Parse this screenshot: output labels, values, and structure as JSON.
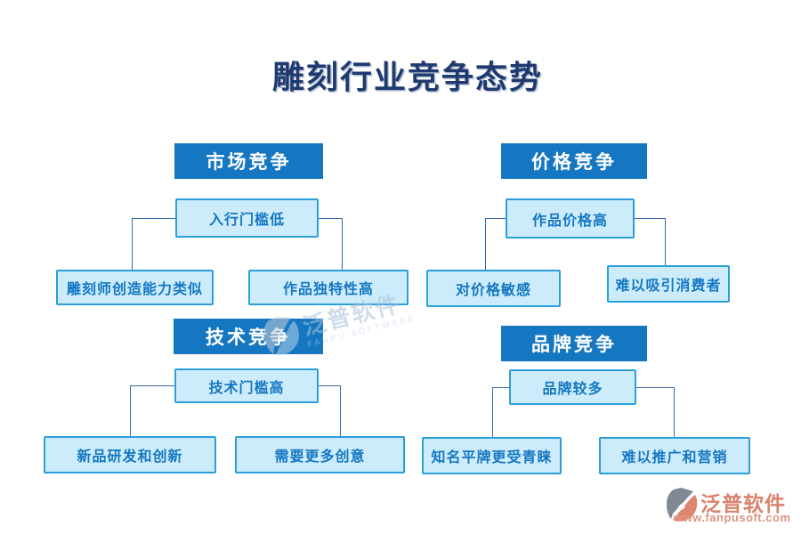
{
  "title": "雕刻行业竞争态势",
  "sections": [
    {
      "key": "market",
      "header": "市场竞争",
      "cause": "入行门槛低",
      "effect_left": "雕刻师创造能力类似",
      "effect_right": "作品独特性高"
    },
    {
      "key": "price",
      "header": "价格竞争",
      "cause": "作品价格高",
      "effect_left": "对价格敏感",
      "effect_right": "难以吸引消费者"
    },
    {
      "key": "tech",
      "header": "技术竞争",
      "cause": "技术门槛高",
      "effect_left": "新品研发和创新",
      "effect_right": "需要更多创意"
    },
    {
      "key": "brand",
      "header": "品牌竞争",
      "cause": "品牌较多",
      "effect_left": "知名平牌更受青睐",
      "effect_right": "难以推广和营销"
    }
  ],
  "watermark": {
    "brand": "泛普软件",
    "subtitle": "FANPU SOFTWARE"
  },
  "logo": {
    "brand": "泛普软件",
    "url": "www.fanpusoft.com"
  },
  "colors": {
    "header_bg": "#1577c2",
    "node_fill": "#cdecfb",
    "node_border": "#2b9fd9",
    "node_text": "#1577c2",
    "connector": "#3a68b0",
    "title_text": "#1e3a70",
    "logo_accent": "#d9826c",
    "watermark": "#a9c1da"
  }
}
